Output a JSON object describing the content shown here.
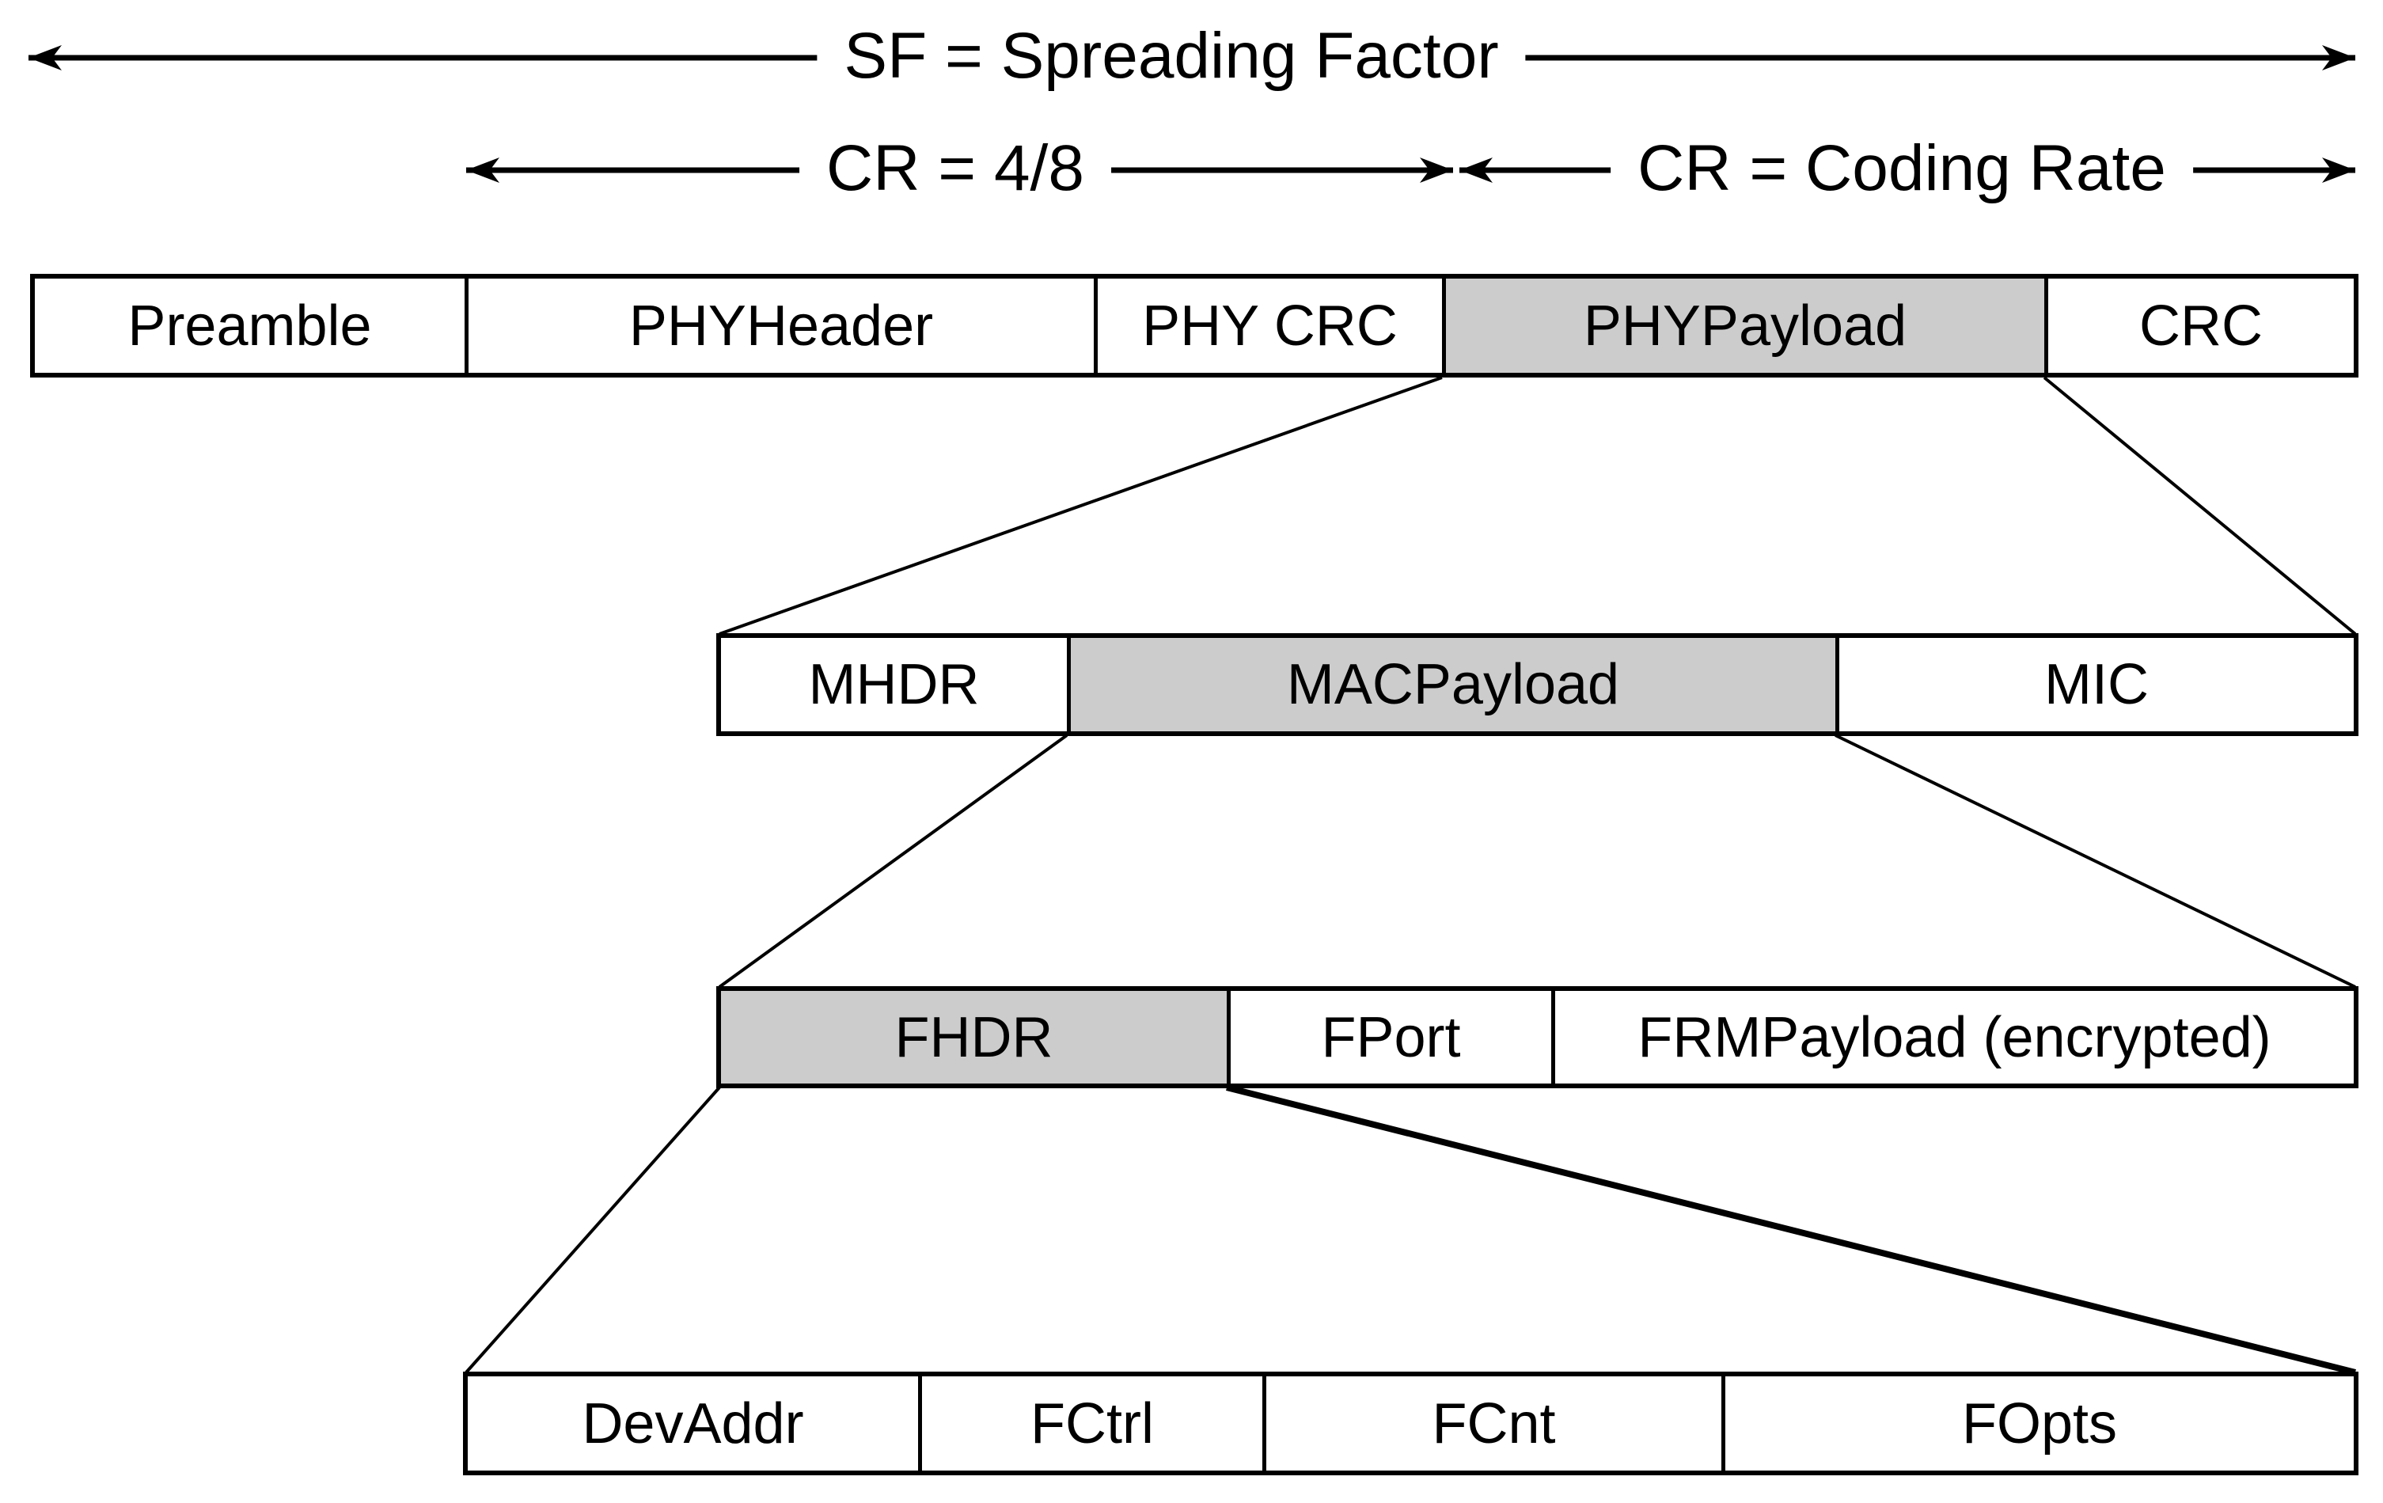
{
  "diagram": {
    "description": "LoRa / LoRaWAN packet structure diagram",
    "colors": {
      "background": "#ffffff",
      "line": "#000000",
      "text": "#000000",
      "shaded_fill": "#cccccc"
    }
  },
  "arrows": {
    "sf": {
      "label": "SF = Spreading Factor"
    },
    "cr_left": {
      "label": "CR = 4/8"
    },
    "cr_right": {
      "label": "CR = Coding Rate"
    }
  },
  "rows": [
    {
      "name": "radio-phy-frame",
      "cells": [
        {
          "label": "Preamble",
          "shaded": false
        },
        {
          "label": "PHYHeader",
          "shaded": false
        },
        {
          "label": "PHY CRC",
          "shaded": false
        },
        {
          "label": "PHYPayload",
          "shaded": true
        },
        {
          "label": "CRC",
          "shaded": false
        }
      ]
    },
    {
      "name": "phy-payload-expansion",
      "cells": [
        {
          "label": "MHDR",
          "shaded": false
        },
        {
          "label": "MACPayload",
          "shaded": true
        },
        {
          "label": "MIC",
          "shaded": false
        }
      ]
    },
    {
      "name": "mac-payload-expansion",
      "cells": [
        {
          "label": "FHDR",
          "shaded": true
        },
        {
          "label": "FPort",
          "shaded": false
        },
        {
          "label": "FRMPayload (encrypted)",
          "shaded": false
        }
      ]
    },
    {
      "name": "fhdr-expansion",
      "cells": [
        {
          "label": "DevAddr",
          "shaded": false
        },
        {
          "label": "FCtrl",
          "shaded": false
        },
        {
          "label": "FCnt",
          "shaded": false
        },
        {
          "label": "FOpts",
          "shaded": false
        }
      ]
    }
  ]
}
